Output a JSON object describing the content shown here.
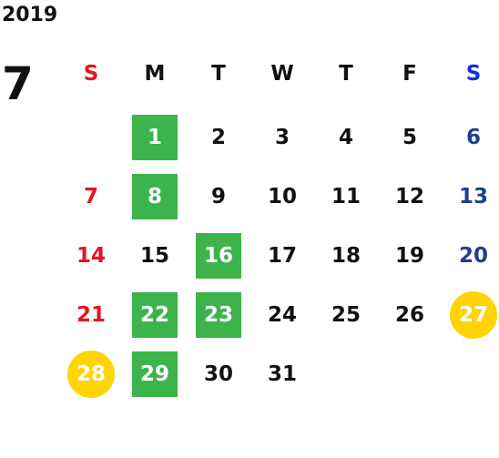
{
  "header": {
    "year": "2019",
    "month": "7"
  },
  "weekdays": [
    {
      "label": "S",
      "color": "#e8141e"
    },
    {
      "label": "M",
      "color": "#111111"
    },
    {
      "label": "T",
      "color": "#111111"
    },
    {
      "label": "W",
      "color": "#111111"
    },
    {
      "label": "T",
      "color": "#111111"
    },
    {
      "label": "F",
      "color": "#111111"
    },
    {
      "label": "S",
      "color": "#1232d8"
    }
  ],
  "colors": {
    "sunday": "#e8141e",
    "saturday": "#1e3f8f",
    "weekday": "#111111",
    "highlight_green": "#3cb44b",
    "highlight_yellow": "#ffd400"
  },
  "start_weekday_index": 1,
  "days": [
    {
      "label": "1",
      "highlight": "green"
    },
    {
      "label": "2",
      "highlight": ""
    },
    {
      "label": "3",
      "highlight": ""
    },
    {
      "label": "4",
      "highlight": ""
    },
    {
      "label": "5",
      "highlight": ""
    },
    {
      "label": "6",
      "highlight": ""
    },
    {
      "label": "7",
      "highlight": ""
    },
    {
      "label": "8",
      "highlight": "green"
    },
    {
      "label": "9",
      "highlight": ""
    },
    {
      "label": "10",
      "highlight": ""
    },
    {
      "label": "11",
      "highlight": ""
    },
    {
      "label": "12",
      "highlight": ""
    },
    {
      "label": "13",
      "highlight": ""
    },
    {
      "label": "14",
      "highlight": ""
    },
    {
      "label": "15",
      "highlight": ""
    },
    {
      "label": "16",
      "highlight": "green"
    },
    {
      "label": "17",
      "highlight": ""
    },
    {
      "label": "18",
      "highlight": ""
    },
    {
      "label": "19",
      "highlight": ""
    },
    {
      "label": "20",
      "highlight": ""
    },
    {
      "label": "21",
      "highlight": ""
    },
    {
      "label": "22",
      "highlight": "green"
    },
    {
      "label": "23",
      "highlight": "green"
    },
    {
      "label": "24",
      "highlight": ""
    },
    {
      "label": "25",
      "highlight": ""
    },
    {
      "label": "26",
      "highlight": ""
    },
    {
      "label": "27",
      "highlight": "yellow"
    },
    {
      "label": "28",
      "highlight": "yellow"
    },
    {
      "label": "29",
      "highlight": "green"
    },
    {
      "label": "30",
      "highlight": ""
    },
    {
      "label": "31",
      "highlight": ""
    }
  ]
}
